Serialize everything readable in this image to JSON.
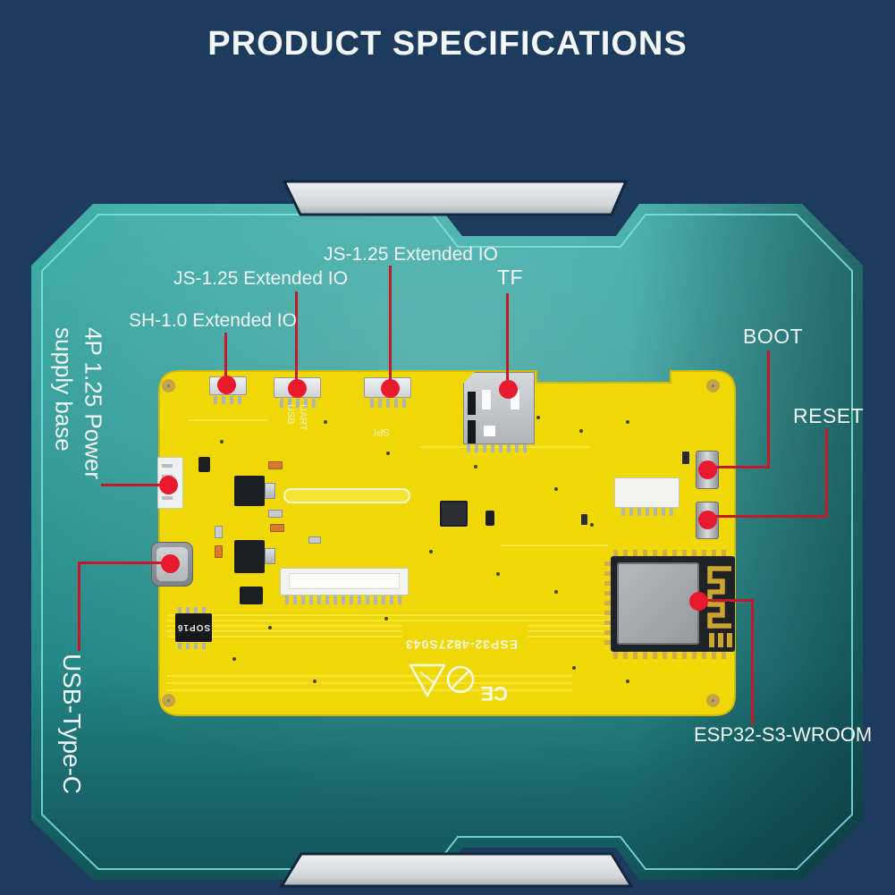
{
  "header": {
    "title": "PRODUCT SPECIFICATIONS"
  },
  "annotations": {
    "js125_upper": "JS-1.25 Extended IO",
    "js125_lower": "JS-1.25 Extended IO",
    "sh10": "SH-1.0 Extended IO",
    "tf": "TF",
    "boot": "BOOT",
    "reset": "RESET",
    "power_base_line1": "4P 1.25 Power",
    "power_base_line2": "supply base",
    "usb_type_c": "USB-Type-C",
    "esp32_module": "ESP32-S3-WROOM"
  },
  "board_silkscreen": {
    "model": "ESP32-4827S043",
    "sop16_chip": "SOP16",
    "uart": "UART",
    "usb": "USB",
    "spi": "SPI",
    "ce_mark": "CE"
  },
  "colors": {
    "background_navy": "#1d3b5d",
    "panel_teal": "#2a938f",
    "panel_border_line": "#7fe3dc",
    "tab_gray": "#d9dbde",
    "pcb_yellow": "#f0d807",
    "annotation_line_red": "#c2192b",
    "annotation_dot_red": "#ea1a2e"
  }
}
